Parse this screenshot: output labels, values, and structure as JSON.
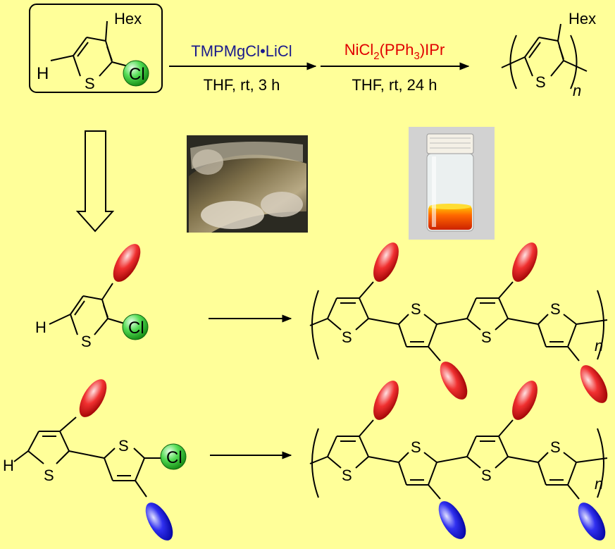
{
  "row1": {
    "monomer": {
      "substituent": "Hex",
      "h": "H",
      "s": "S",
      "cl": "Cl"
    },
    "step1": {
      "reagent": "TMPMgCl•LiCl",
      "conditions": "THF, rt, 3 h"
    },
    "step2": {
      "reagent_prefix": "NiCl",
      "sub1": "2",
      "reagent_mid": "(PPh",
      "sub2": "3",
      "reagent_suffix": ")IPr",
      "conditions": "THF, rt, 24 h"
    },
    "polymer": {
      "substituent": "Hex",
      "s": "S",
      "n": "n"
    }
  },
  "row2": {
    "h": "H",
    "s": "S",
    "cl": "Cl",
    "polymer_s": "S",
    "n": "n"
  },
  "row3": {
    "h": "H",
    "s": "S",
    "cl": "Cl",
    "polymer_s": "S",
    "n": "n"
  },
  "photos": {
    "film": "flexible-film-photo",
    "vial": "polymer-solution-vial-photo"
  },
  "colors": {
    "background": "#ffff99",
    "reagent1": "#1a1a8c",
    "reagent2": "#e00000",
    "chloro_ball": "#33cc33",
    "red_side_chain": "#e00000",
    "blue_side_chain": "#1a1ad0"
  }
}
